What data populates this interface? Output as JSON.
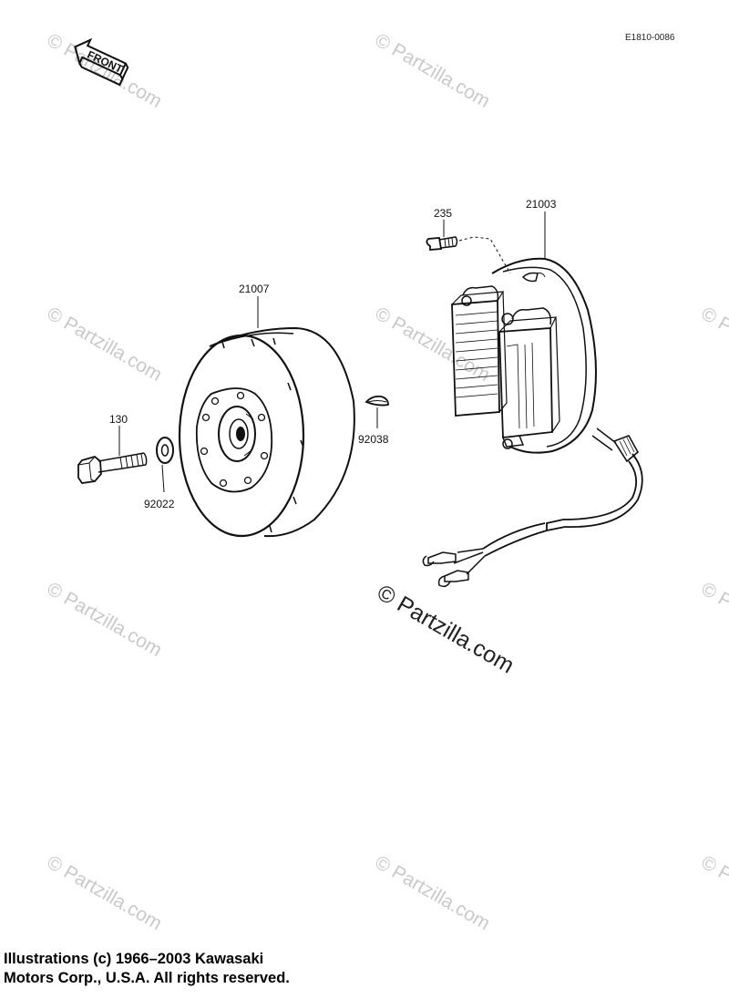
{
  "diagram": {
    "reference_code": "E1810-0086",
    "front_label": "FRONT",
    "watermark": "© Partzilla.com",
    "parts": [
      {
        "id": "bolt",
        "number": "130"
      },
      {
        "id": "washer",
        "number": "92022"
      },
      {
        "id": "flywheel",
        "number": "21007"
      },
      {
        "id": "woodruff-key",
        "number": "92038"
      },
      {
        "id": "screw",
        "number": "235"
      },
      {
        "id": "stator",
        "number": "21003"
      }
    ]
  },
  "copyright": {
    "line1": "Illustrations (c) 1966–2003 Kawasaki",
    "line2": "Motors Corp., U.S.A.  All rights reserved."
  }
}
